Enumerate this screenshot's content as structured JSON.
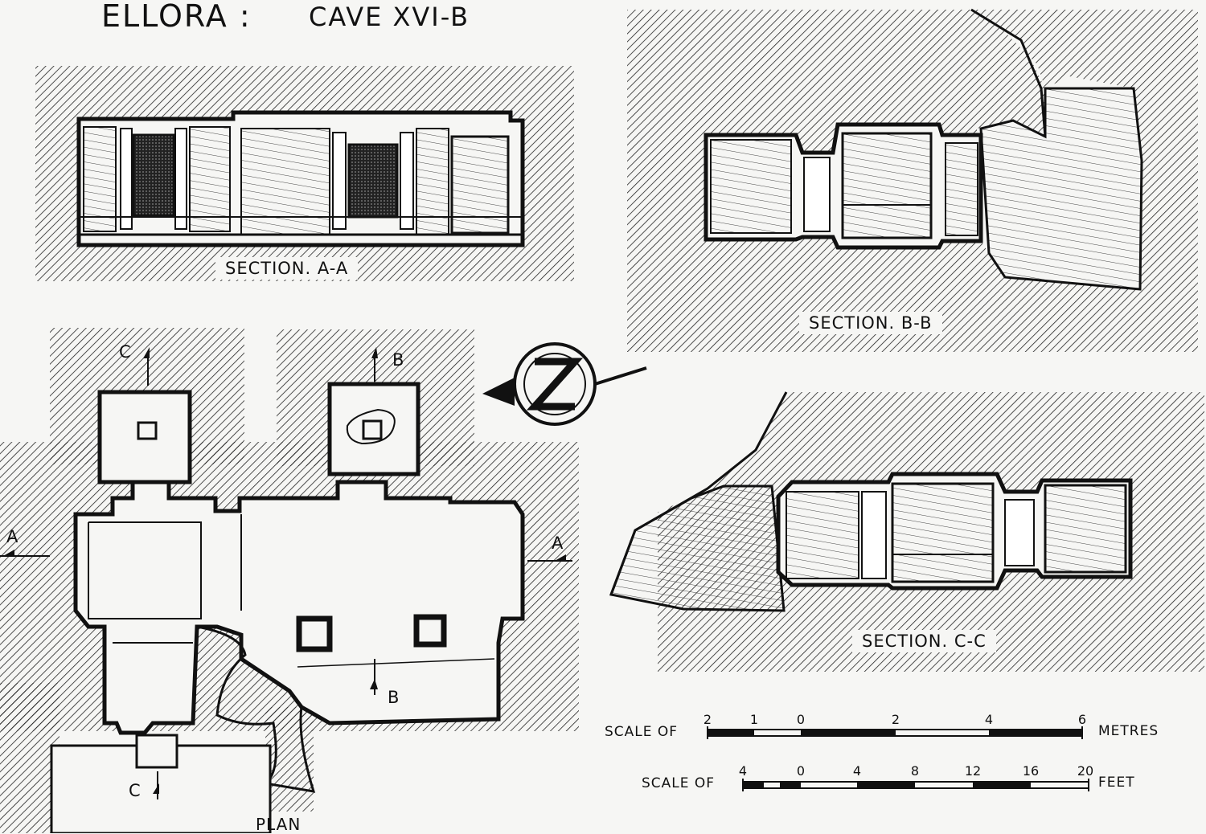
{
  "title": {
    "main": "ELLORA :",
    "sub": "CAVE XVI-B"
  },
  "sections": {
    "aa": "SECTION. A-A",
    "bb": "SECTION. B-B",
    "cc": "SECTION. C-C",
    "plan": "PLAN"
  },
  "markers": {
    "a": "A",
    "b": "B",
    "c": "C"
  },
  "north_symbol": "north-arrow",
  "scale_metres": {
    "label": "SCALE OF",
    "unit": "METRES",
    "ticks": [
      "2",
      "1",
      "0",
      "2",
      "4",
      "6"
    ]
  },
  "scale_feet": {
    "label": "SCALE OF",
    "unit": "FEET",
    "ticks": [
      "4",
      "0",
      "4",
      "8",
      "12",
      "16",
      "20"
    ]
  }
}
